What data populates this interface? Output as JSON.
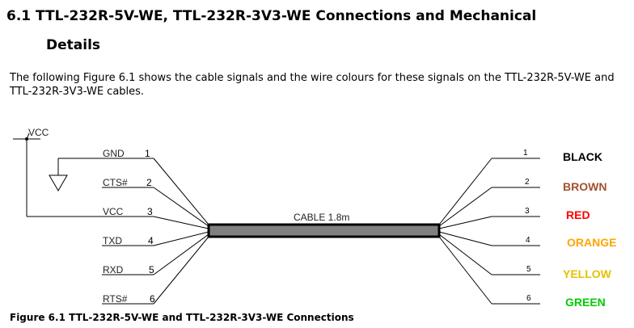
{
  "section": {
    "number": "6.1",
    "title_line1": "TTL-232R-5V-WE,  TTL-232R-3V3-WE Connections and Mechanical",
    "title_line2": "Details"
  },
  "paragraph": "The following Figure 6.1 shows the cable signals and the wire colours for these signals on the TTL-232R-5V-WE and TTL-232R-3V3-WE cables.",
  "figure": {
    "vcc_label": "VCC",
    "cable_label": "CABLE 1.8m",
    "left_pins": [
      {
        "signal": "GND",
        "pin": "1"
      },
      {
        "signal": "CTS#",
        "pin": "2"
      },
      {
        "signal": "VCC",
        "pin": "3"
      },
      {
        "signal": "TXD",
        "pin": "4"
      },
      {
        "signal": "RXD",
        "pin": "5"
      },
      {
        "signal": "RTS#",
        "pin": "6"
      }
    ],
    "right_pins": [
      {
        "pin": "1",
        "colour_name": "BLACK",
        "colour": "#000000"
      },
      {
        "pin": "2",
        "colour_name": "BROWN",
        "colour": "#a0522d"
      },
      {
        "pin": "3",
        "colour_name": "RED",
        "colour": "#ff0000"
      },
      {
        "pin": "4",
        "colour_name": "ORANGE",
        "colour": "#ffa500"
      },
      {
        "pin": "5",
        "colour_name": "YELLOW",
        "colour": "#e6c200"
      },
      {
        "pin": "6",
        "colour_name": "GREEN",
        "colour": "#00cc00"
      }
    ],
    "cable_color": "#808080"
  },
  "caption": "Figure 6.1 TTL-232R-5V-WE and TTL-232R-3V3-WE Connections"
}
